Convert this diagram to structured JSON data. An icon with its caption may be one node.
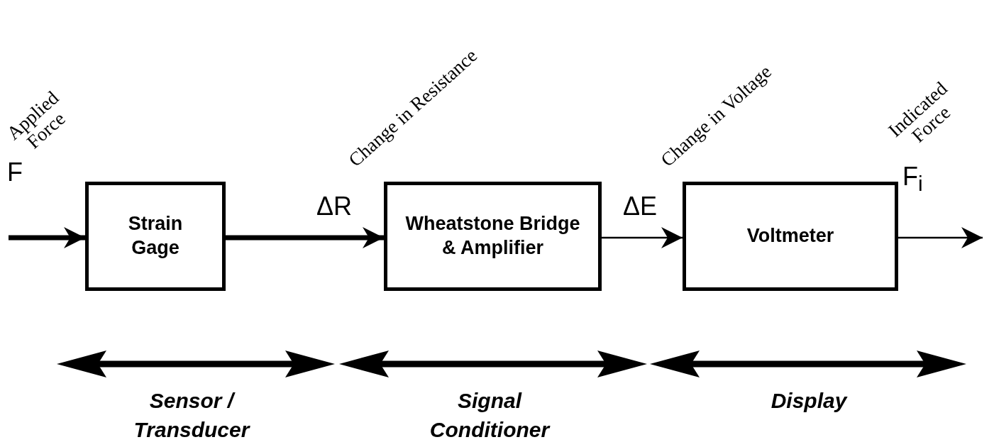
{
  "diagram": {
    "nodes": [
      {
        "text": [
          "Strain Gage"
        ]
      },
      {
        "text": [
          "Wheatstone Bridge & Amplifier"
        ]
      },
      {
        "text": [
          "Voltmeter"
        ]
      }
    ],
    "edges": [
      {
        "from": null,
        "to": 0,
        "arrow": "to",
        "style": "thick"
      },
      {
        "from": 0,
        "to": 1,
        "arrow": "to",
        "style": "thick"
      },
      {
        "from": 1,
        "to": 2,
        "arrow": "to"
      },
      {
        "from": 2,
        "to": null,
        "arrow": "to"
      }
    ],
    "labels": [
      "Applied Force",
      "F",
      "Change in Resistance",
      "ΔR",
      "Change in Voltage",
      "ΔE",
      "Indicated Force",
      "F$_{i}$",
      "Sensor / Transducer",
      "Signal Conditioner",
      "Display"
    ]
  }
}
